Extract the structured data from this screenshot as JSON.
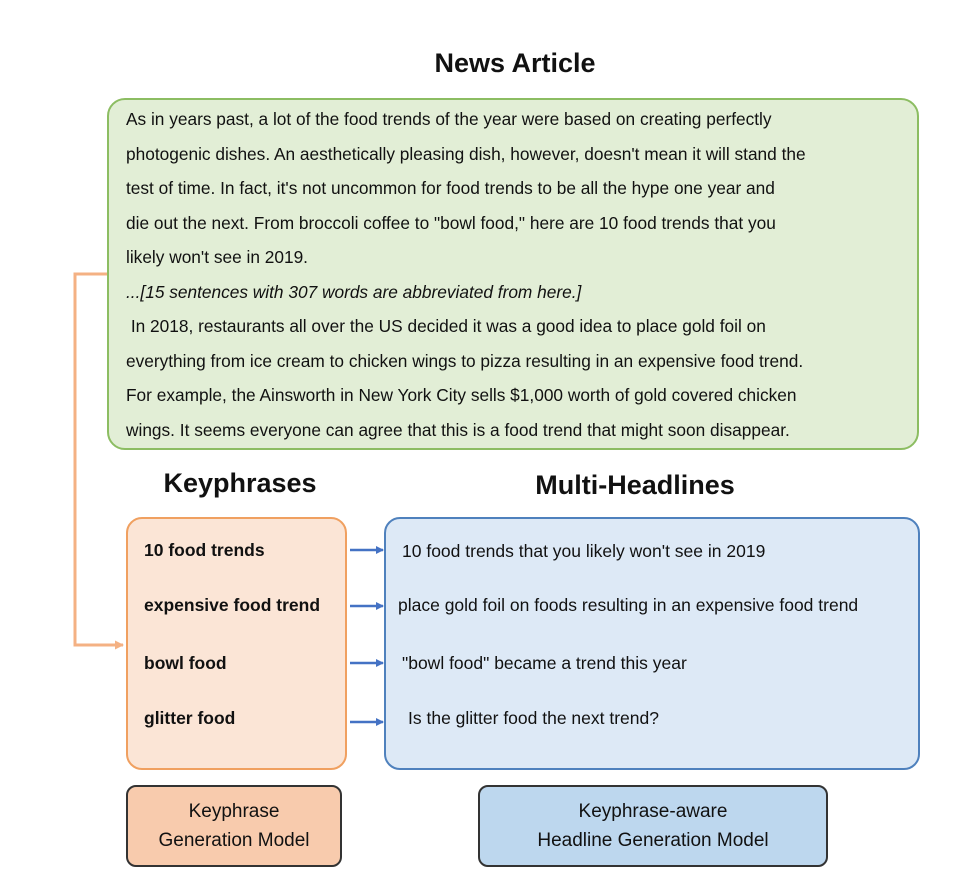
{
  "article": {
    "title": "News Article",
    "lines": [
      "As in years past, a lot of the food trends of the year were based on creating perfectly",
      "photogenic dishes. An aesthetically pleasing dish, however, doesn't mean it will stand the",
      "test of time. In fact, it's not uncommon for food trends to be all the hype one year and",
      "die out the next. From broccoli coffee to \"bowl food,\" here are 10 food trends that you",
      "likely won't see in 2019.",
      "...[15 sentences with 307 words are abbreviated from here.]",
      " In 2018, restaurants all over the US decided it was a good idea to place gold foil on",
      "everything from ice cream to chicken wings to pizza resulting in an expensive food trend.",
      "For example, the Ainsworth in New York City sells $1,000 worth of gold covered chicken",
      "wings. It seems everyone can agree that this is a food trend that might soon disappear."
    ]
  },
  "keyphrases": {
    "title": "Keyphrases",
    "items": [
      "10 food trends",
      "expensive food trend",
      "bowl food",
      "glitter food"
    ]
  },
  "headlines": {
    "title": "Multi-Headlines",
    "items": [
      "10 food trends that you likely won't see in 2019",
      "place gold foil on foods resulting in an expensive food trend",
      "\"bowl food\" became a trend this year",
      "Is the glitter food the next trend?"
    ]
  },
  "models": {
    "keyphrase_model": [
      "Keyphrase",
      "Generation Model"
    ],
    "headline_model": [
      "Keyphrase-aware",
      "Headline Generation Model"
    ]
  },
  "colors": {
    "article_fill": "#e2eed6",
    "article_border": "#8cbd62",
    "keyphrase_fill": "#fbe5d6",
    "keyphrase_border": "#f0a060",
    "headline_fill": "#dde9f6",
    "headline_border": "#4f81bd",
    "arrow_blue": "#4472c4",
    "arrow_orange": "#f4b183"
  }
}
